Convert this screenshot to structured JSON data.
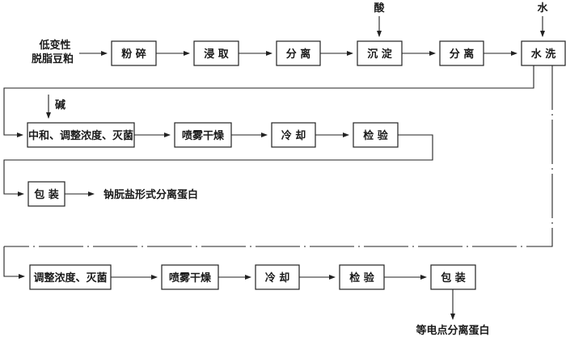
{
  "title": "大豆分离蛋白生产工艺流程",
  "row1": {
    "raw_material": [
      "低变性",
      "脱脂豆粕"
    ],
    "steps": [
      "粉 碎",
      "浸 取",
      "分 离",
      "沉 淀",
      "分 离",
      "水 洗"
    ],
    "inputs": {
      "acid": "酸",
      "water": "水"
    }
  },
  "row2": {
    "input_alkali": "碱",
    "steps": [
      "中和、调整浓度、灭菌",
      "喷雾干燥",
      "冷 却",
      "检 验"
    ],
    "package": "包 装",
    "product": "钠朊盐形式分离蛋白"
  },
  "row3": {
    "steps": [
      "调整浓度、灭菌",
      "喷雾干燥",
      "冷 却",
      "检 验",
      "包 装"
    ],
    "product": "等电点分离蛋白"
  }
}
